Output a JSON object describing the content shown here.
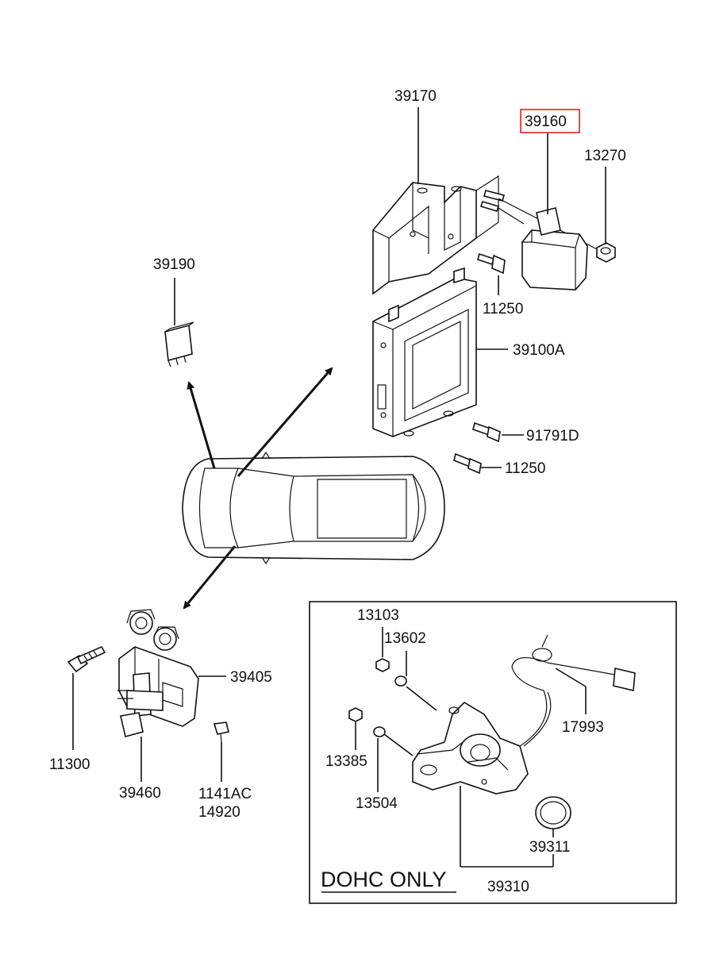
{
  "labels": {
    "p39170": "39170",
    "p39160": "39160",
    "p13270": "13270",
    "p39190": "39190",
    "p11250a": "11250",
    "p39100a": "39100A",
    "p91791d": "91791D",
    "p11250b": "11250",
    "p39405": "39405",
    "p11300": "11300",
    "p39460": "39460",
    "p1141ac": "1141AC",
    "p14920": "14920",
    "p13103": "13103",
    "p13602": "13602",
    "p17993": "17993",
    "p13385": "13385",
    "p13504": "13504",
    "p39311": "39311",
    "p39310": "39310"
  },
  "inset_title": "DOHC ONLY",
  "highlight_color": "#e02020"
}
